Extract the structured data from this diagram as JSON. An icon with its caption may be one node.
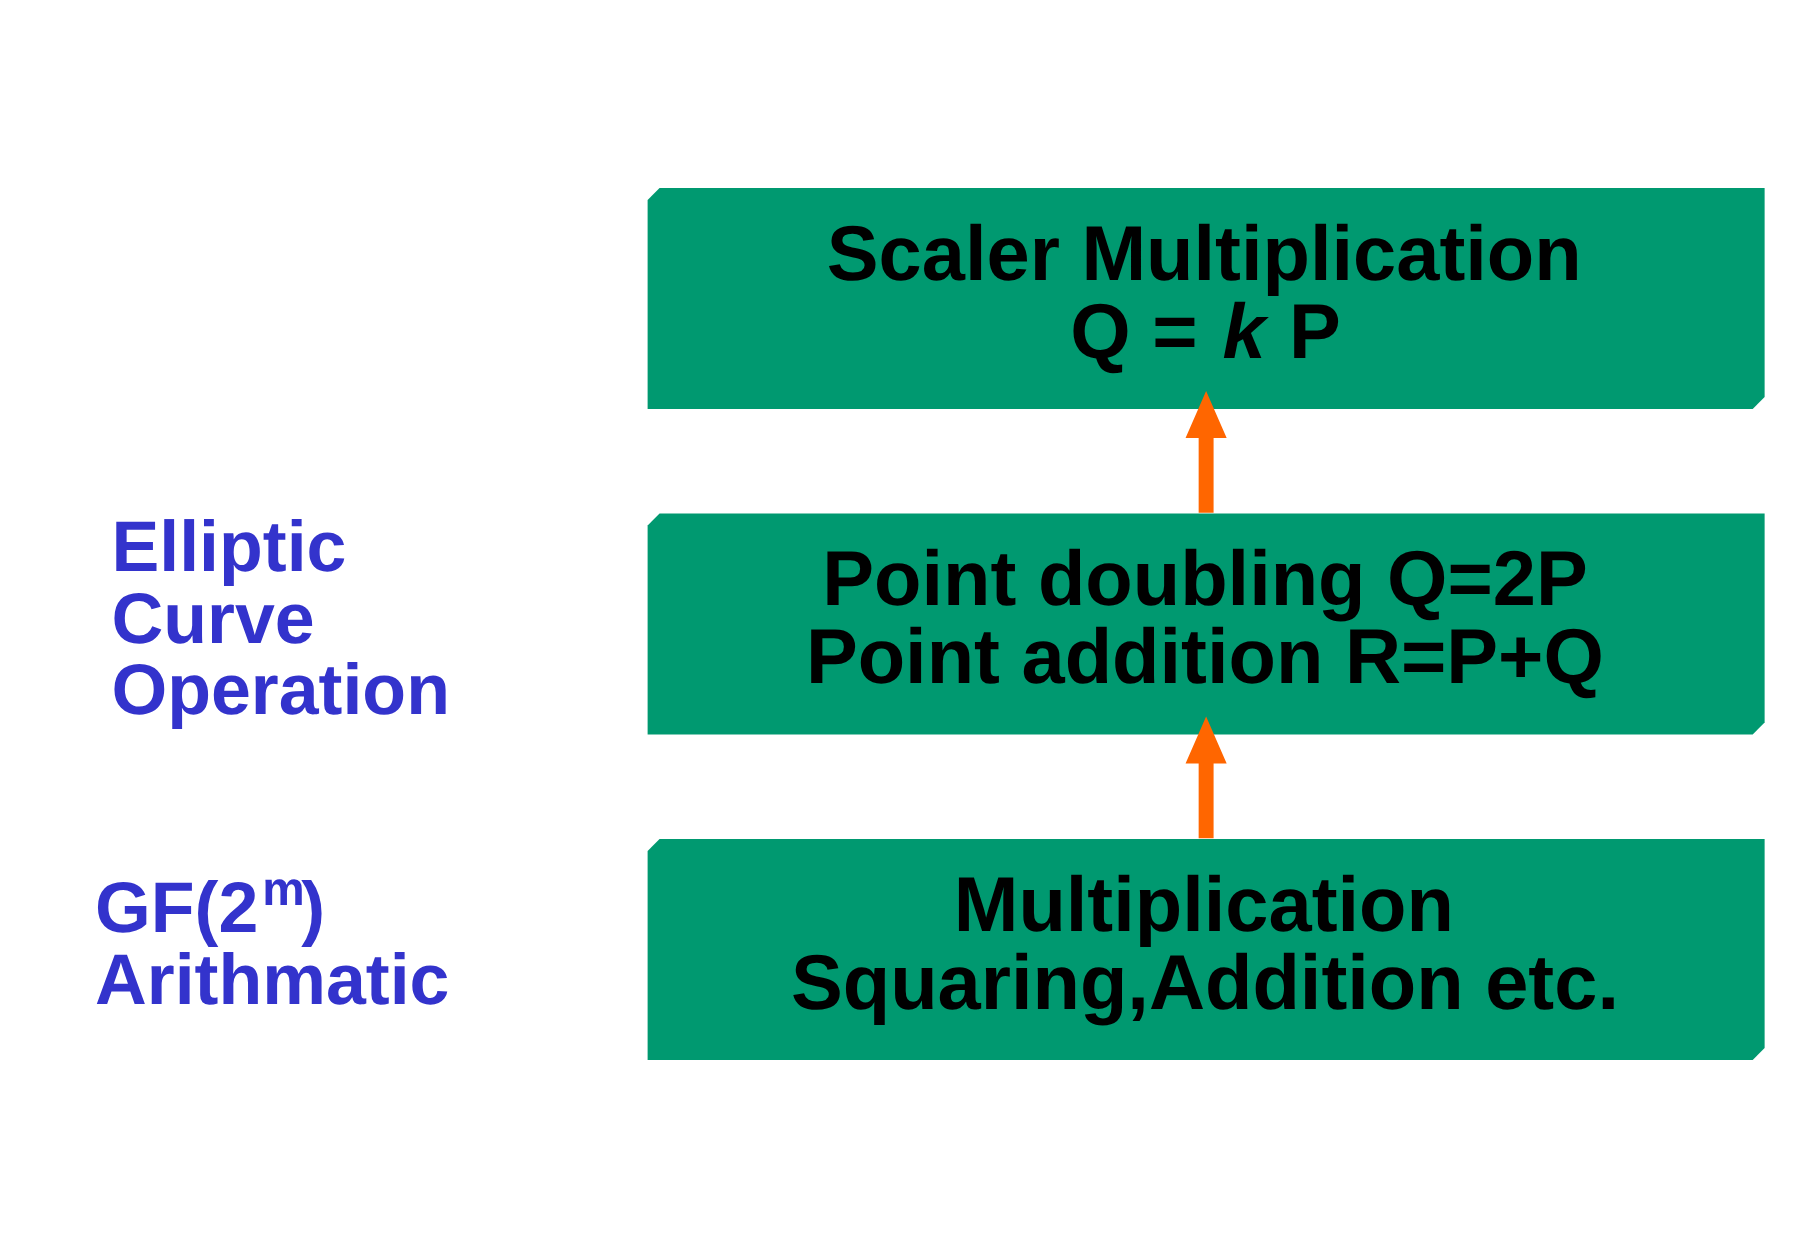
{
  "diagram": {
    "nodes": [
      {
        "text": [
          "Scaler Multiplication",
          "Q = *k* P"
        ]
      },
      {
        "text": [
          "Point doubling Q=2P",
          "Point addition R=P+Q"
        ]
      },
      {
        "text": [
          "Multiplication",
          "Squaring,Addition etc."
        ]
      }
    ],
    "edges": [
      {
        "from": 2,
        "to": 1,
        "arrow": "to"
      },
      {
        "from": 1,
        "to": 0,
        "arrow": "to"
      }
    ],
    "labels": [
      "Elliptic Curve Operation",
      "GF(2$^{m}$) Arithmatic"
    ]
  }
}
